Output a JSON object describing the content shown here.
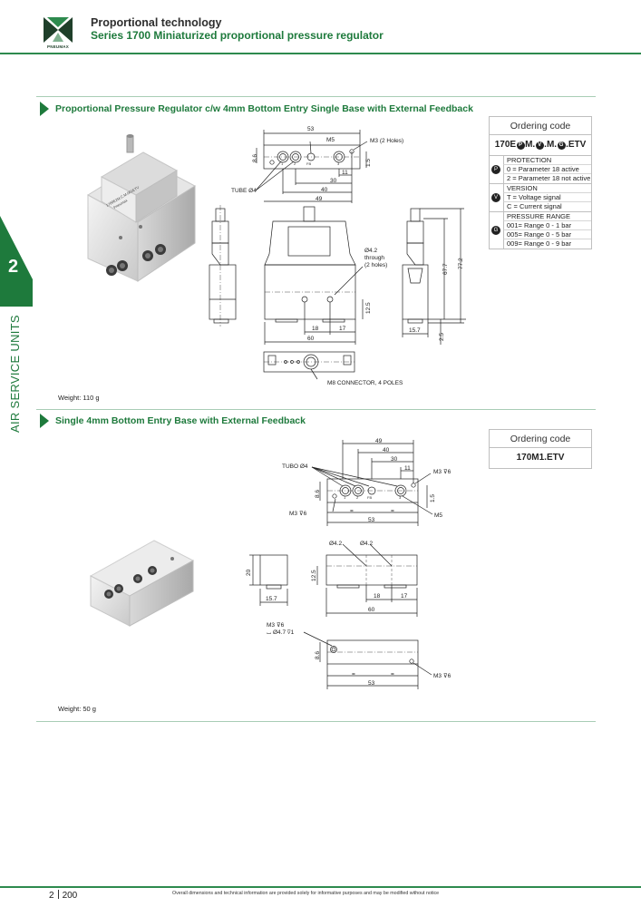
{
  "header": {
    "logo_text": "PNEUMAX",
    "title": "Proportional technology",
    "subtitle": "Series 1700 Miniaturized proportional pressure regulator"
  },
  "side_tab": {
    "number": "2",
    "label": "AIR SERVICE UNITS"
  },
  "section1": {
    "title": "Proportional Pressure Regulator c/w 4mm Bottom Entry Single Base with External Feedback",
    "weight": "Weight: 110 g",
    "product_label": [
      "1700E2M.C.M.001ETV",
      "Pneumax"
    ],
    "ordering": {
      "head": "Ordering code",
      "code_parts": [
        "170E",
        "P",
        "M.",
        "V",
        ".M.",
        "G",
        ".ETV"
      ],
      "groups": [
        {
          "marker": "P",
          "rows": [
            "PROTECTION",
            "0 = Parameter 18 active",
            "2 = Parameter 18 not active"
          ]
        },
        {
          "marker": "V",
          "rows": [
            "VERSION",
            "T = Voltage signal",
            "C = Current signal"
          ]
        },
        {
          "marker": "G",
          "rows": [
            "PRESSURE RANGE",
            "001= Range 0 - 1 bar",
            "005= Range 0 - 5 bar",
            "009= Range 0 - 9 bar"
          ]
        }
      ]
    },
    "dims": {
      "d53": "53",
      "m5": "M5",
      "m3": "M3 (2 Holes)",
      "d86": "8.6",
      "d15": "1.5",
      "d11": "11",
      "d30": "30",
      "d40": "40",
      "d49": "49",
      "tube": "TUBE Ø4",
      "hole_a": "Ø4.2",
      "hole_b": "through",
      "hole_c": "(2 holes)",
      "d677": "67.7",
      "d772": "77.2",
      "d125": "12.5",
      "d18": "18",
      "d17": "17",
      "d60": "60",
      "d157": "15.7",
      "d25": "2.5",
      "connector": "M8 CONNECTOR, 4 POLES"
    }
  },
  "section2": {
    "title": "Single 4mm Bottom Entry Base with External Feedback",
    "weight": "Weight: 50 g",
    "ordering": {
      "head": "Ordering code",
      "code": "170M1.ETV"
    },
    "dims": {
      "d49": "49",
      "d40": "40",
      "d30": "30",
      "d11": "11",
      "tubo": "TUBO Ø4",
      "m3d6": "M3 ⊽6",
      "d86": "8.6",
      "d15": "1.5",
      "m5": "M5",
      "d53": "53",
      "eq": "=",
      "hole1": "Ø4.2",
      "hole2": "Ø4.2",
      "d20": "20",
      "d157": "15.7",
      "d125": "12.5",
      "d18": "18",
      "d17": "17",
      "d60": "60",
      "cb1": "M3 ⊽6",
      "cb2": "⌴ Ø4.7 ⊽1"
    }
  },
  "port_labels": [
    "1",
    "2",
    "3",
    "FB"
  ],
  "footer": {
    "chapter": "2",
    "page": "200",
    "note": "Overall dimensions and technical information are provided solely for informative purposes and may be modified without notice"
  },
  "colors": {
    "brand_green": "#1e7a3c",
    "rule_green": "#2d8a4e",
    "light_rule": "#a8cdb5"
  }
}
